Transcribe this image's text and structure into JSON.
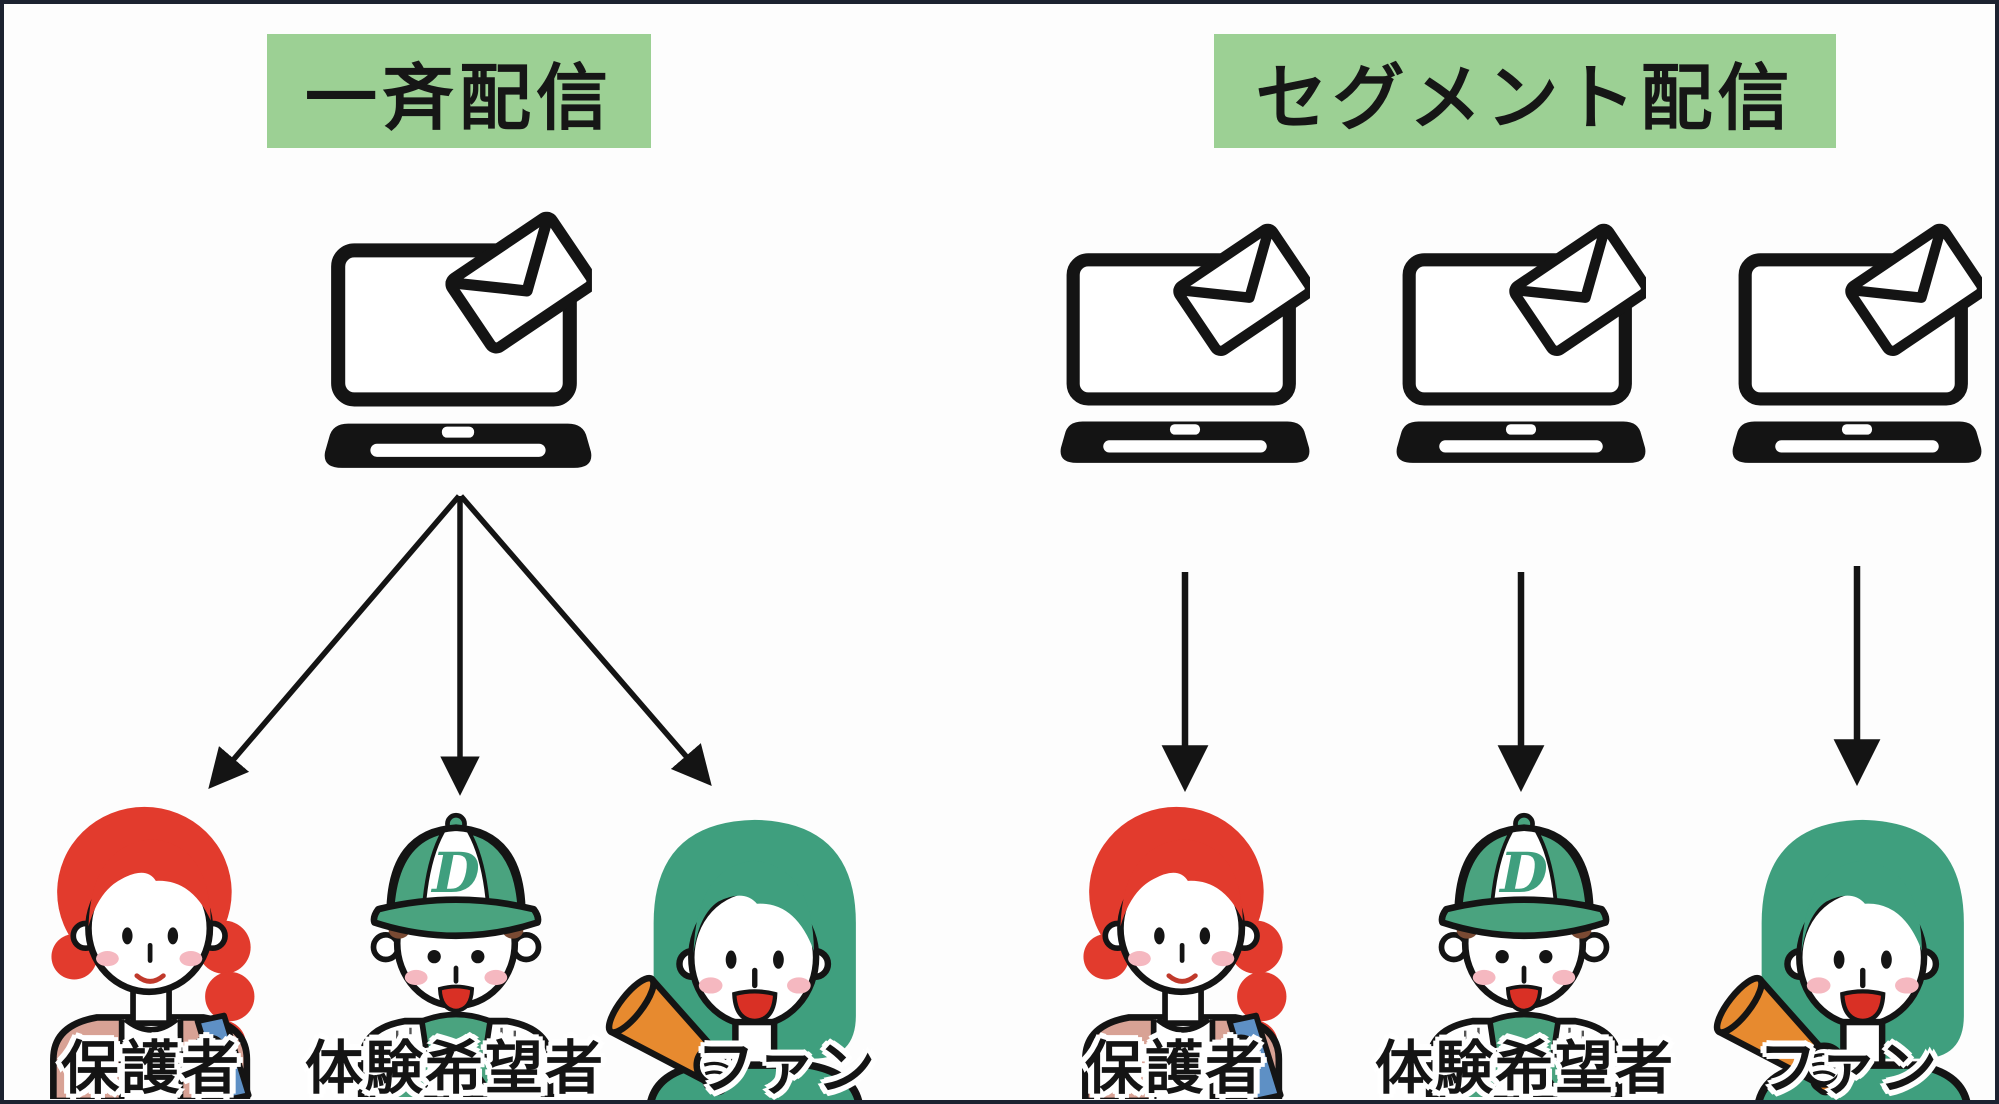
{
  "page": {
    "type": "comparison-diagram",
    "language": "ja",
    "background": "#fdfdfd",
    "border_color": "#1c2230",
    "header_bg": "#9cd094"
  },
  "left_section": {
    "title": "一斉配信",
    "recipients": {
      "guardian": "保護者",
      "trial": "体験希望者",
      "fan": "ファン"
    }
  },
  "right_section": {
    "title": "セグメント配信",
    "recipients": {
      "guardian": "保護者",
      "trial": "体験希望者",
      "fan": "ファン"
    }
  },
  "boy_cap_letter": "D",
  "icons": {
    "laptop": "laptop-with-email-icon",
    "envelope": "envelope-icon",
    "arrow": "down-arrow-icon",
    "megaphone": "megaphone-icon"
  },
  "colors": {
    "outline": "#141414",
    "hair_red": "#e23b2d",
    "hair_teal": "#3f9f7e",
    "cap_green": "#4aa37f",
    "shirt_green": "#3f9f7e",
    "cardigan_pink": "#d8a295",
    "bag_blue": "#5e90c5",
    "megaphone_orange": "#e78a2f",
    "cheek_pink": "#f5b8c0",
    "mouth_red": "#d93025"
  }
}
